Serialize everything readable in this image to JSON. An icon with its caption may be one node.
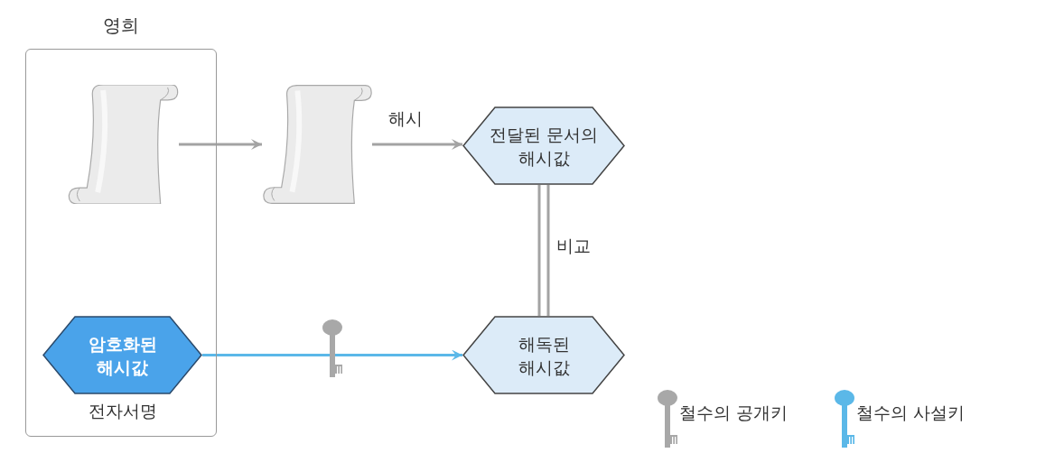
{
  "diagram": {
    "nodes": [
      {
        "text": [
          "영희"
        ]
      },
      {
        "text": [],
        "shape": "picture",
        "in": 0
      },
      {
        "text": [
          "암호화된 해시값"
        ],
        "beside": [
          "전자서명"
        ],
        "in": 0
      },
      {
        "text": [],
        "shape": "picture"
      },
      {
        "text": [
          "전달된 문서의 해시값"
        ]
      },
      {
        "text": [
          "해독된 해시값"
        ]
      }
    ],
    "edges": [
      {
        "from": 1,
        "to": 3,
        "arrow": "to"
      },
      {
        "from": 3,
        "to": 4,
        "arrow": "to",
        "label": "해시"
      },
      {
        "from": 4,
        "to": 5,
        "arrow": "none",
        "label": "비교"
      },
      {
        "from": 2,
        "to": 5,
        "arrow": "to",
        "color": "#5bb8e8"
      }
    ],
    "legend": [
      {
        "text": "철수의 공개키"
      },
      {
        "text": "철수의 사설키"
      }
    ]
  }
}
